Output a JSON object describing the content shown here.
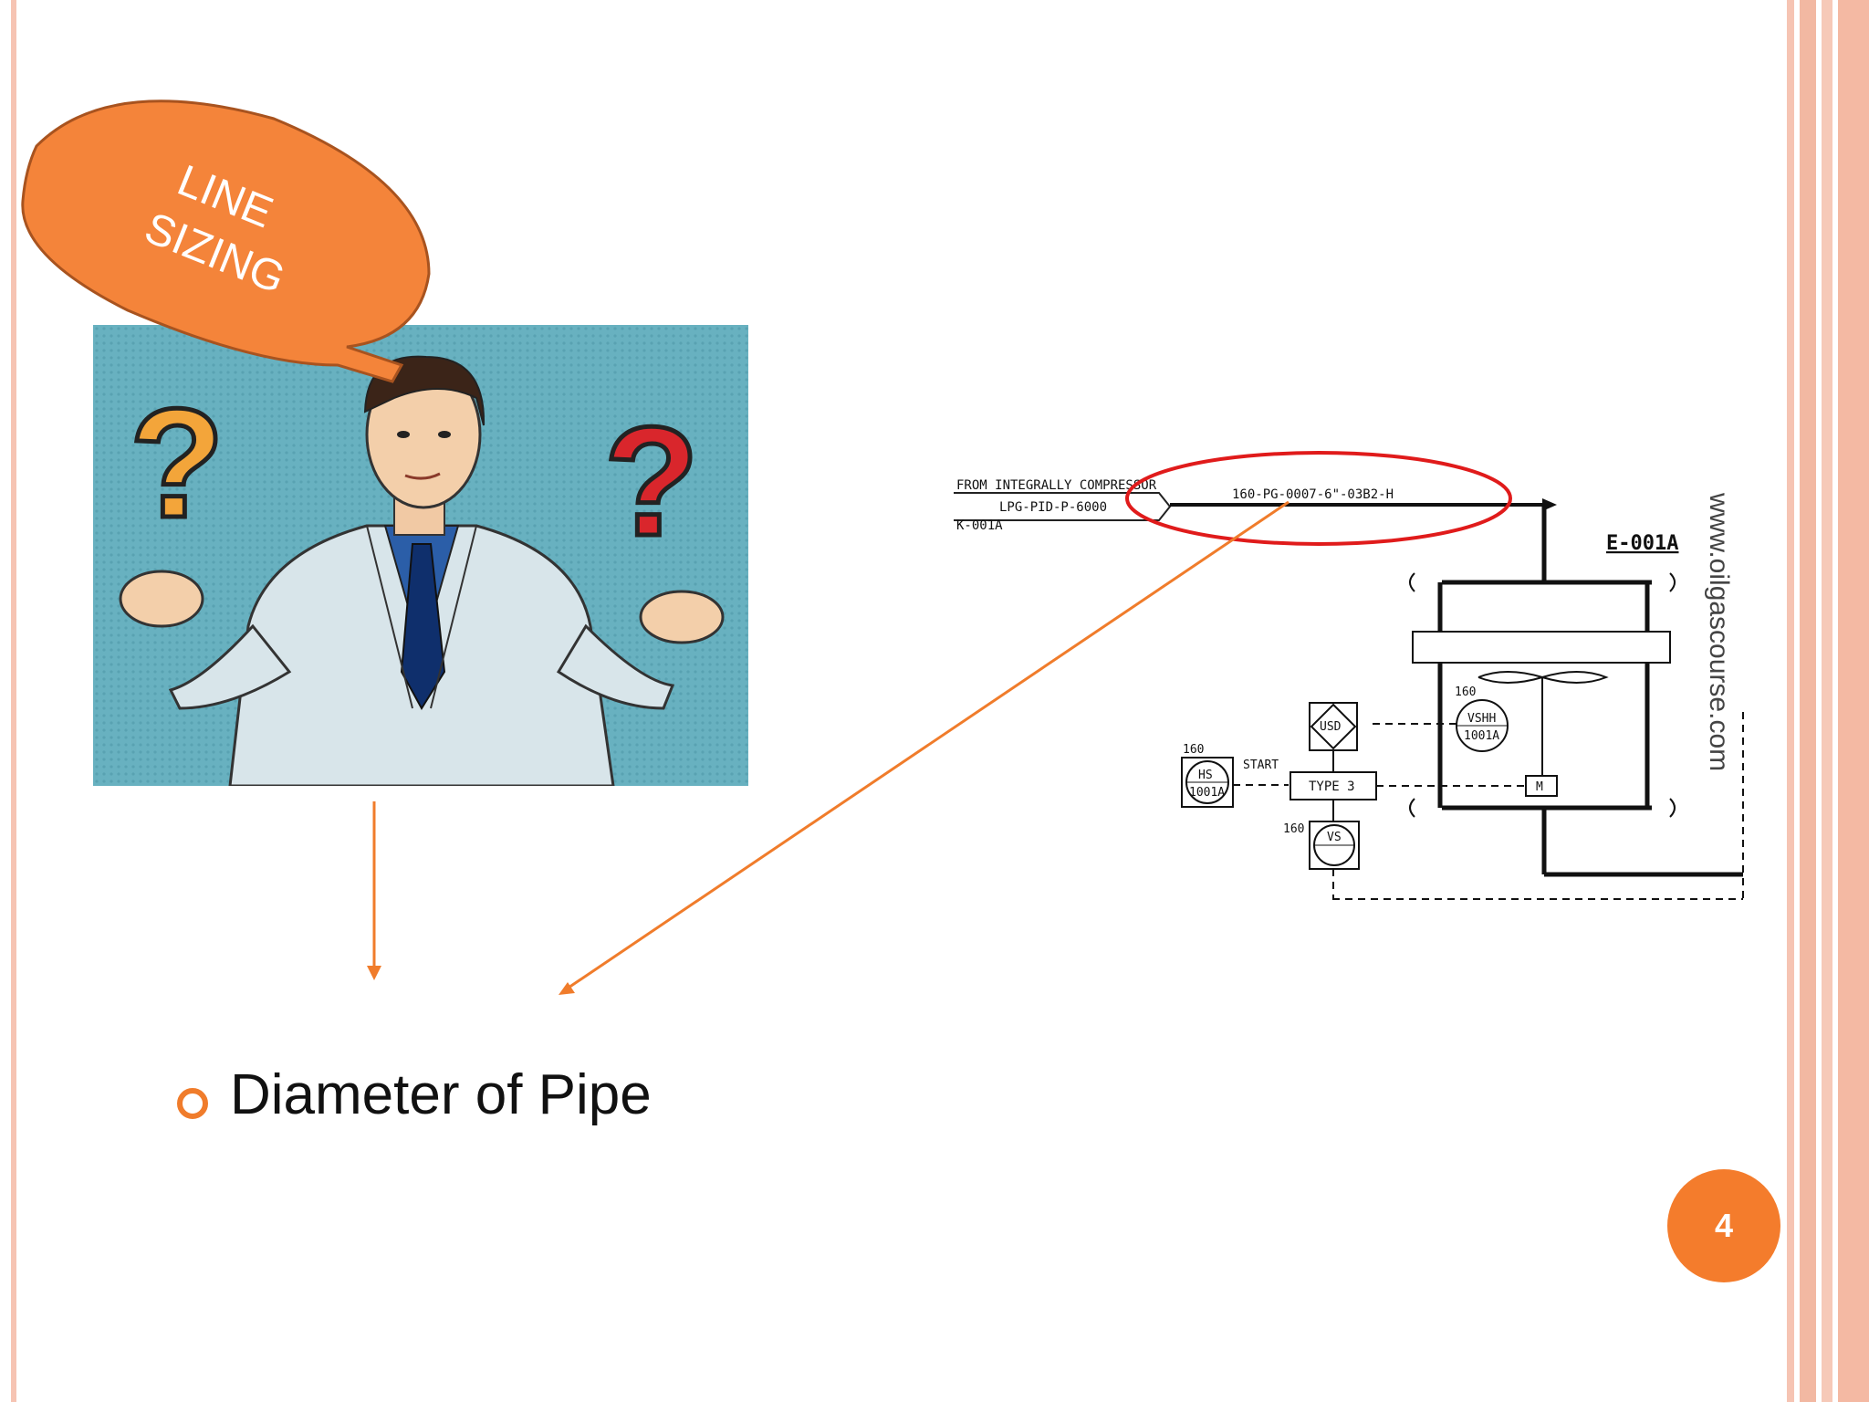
{
  "callout": {
    "line1": "LINE",
    "line2": "SIZING"
  },
  "bullet": {
    "text": "Diameter of Pipe"
  },
  "page_number": "4",
  "watermark": "www.oilgascourse.com",
  "pid": {
    "from_line1": "FROM INTEGRALLY COMPRESSOR",
    "from_line2": "LPG-PID-P-6000",
    "from_line3": "K-001A",
    "line_number": "160-PG-0007-6\"-03B2-H",
    "equipment_tag": "E-001A",
    "vshh_num": "160",
    "vshh_tag": "VSHH",
    "vshh_id": "1001A",
    "usd": "USD",
    "hs_num": "160",
    "hs_tag": "HS",
    "hs_id": "1001A",
    "start": "START",
    "type": "TYPE 3",
    "motor": "M",
    "vs_num": "160",
    "vs_tag": "VS"
  },
  "colors": {
    "accent": "#f07c2b",
    "border": "#f7c9b8",
    "callout": "#f4843a",
    "highlight": "#e01b1b"
  }
}
